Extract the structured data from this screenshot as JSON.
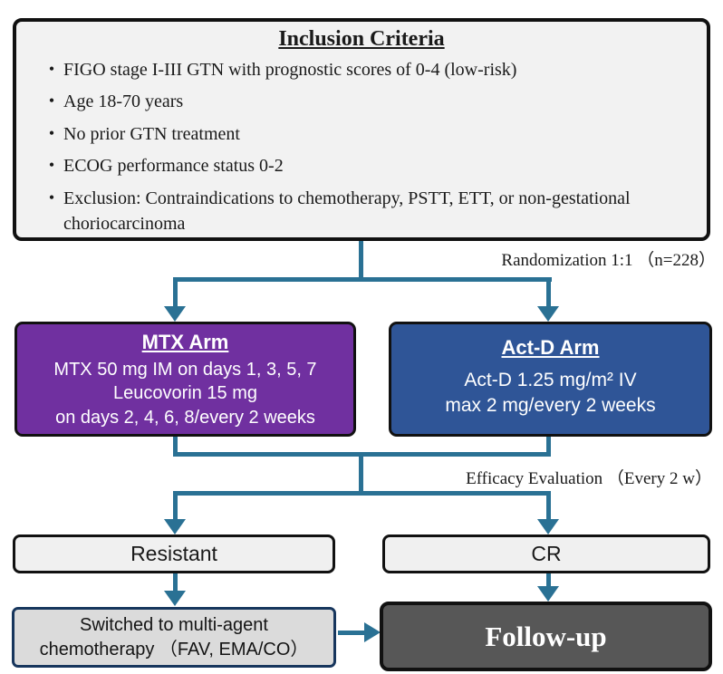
{
  "colors": {
    "connector_teal": "#2a7194",
    "mtx_purple": "#7030a0",
    "actd_blue": "#2f5597",
    "light_gray_fill": "#f2f2f2",
    "switched_gray_fill": "#dbdbdb",
    "followup_dark_gray": "#575757",
    "switched_border_navy": "#17365d",
    "box_border_black": "#111111"
  },
  "inclusion": {
    "title": "Inclusion Criteria",
    "bullet_glyph": "•",
    "bullets": [
      "FIGO stage I-III GTN with prognostic scores of 0-4 (low-risk)",
      "Age 18-70 years",
      "No prior GTN treatment",
      "ECOG performance status 0-2",
      "Exclusion: Contraindications to chemotherapy, PSTT, ETT, or non-gestational choriocarcinoma"
    ]
  },
  "labels": {
    "randomization": "Randomization 1:1 （n=228）",
    "efficacy": "Efficacy Evaluation （Every 2 w）"
  },
  "mtx_arm": {
    "title": "MTX Arm",
    "lines": [
      "MTX 50 mg IM on days 1, 3, 5, 7",
      "Leucovorin 15 mg",
      "on days 2, 4, 6, 8/every 2 weeks"
    ]
  },
  "actd_arm": {
    "title": "Act-D Arm",
    "lines": [
      "Act-D 1.25 mg/m² IV",
      "max 2 mg/every 2 weeks"
    ]
  },
  "outcomes": {
    "resistant": "Resistant",
    "cr": "CR"
  },
  "bottom": {
    "switched_line1": "Switched to multi-agent",
    "switched_line2": "chemotherapy （FAV,  EMA/CO）",
    "followup": "Follow-up"
  }
}
